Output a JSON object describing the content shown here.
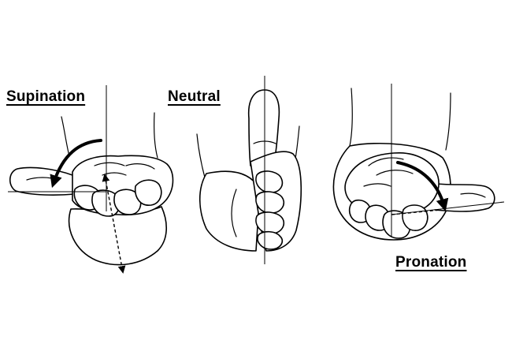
{
  "labels": {
    "supination": "Supination",
    "neutral": "Neutral",
    "pronation": "Pronation"
  },
  "colors": {
    "background": "#ffffff",
    "ink": "#000000"
  }
}
